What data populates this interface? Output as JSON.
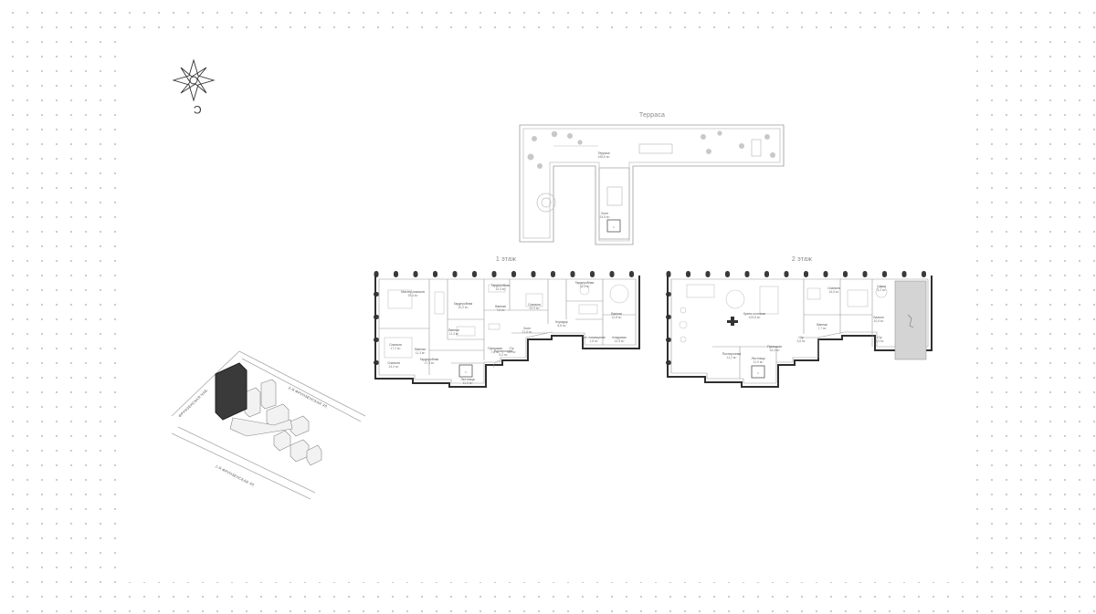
{
  "plans": {
    "terrace": {
      "label": "Терраса",
      "rooms": [
        {
          "id": "terrace-main",
          "name": "Терраса",
          "area": "165,6 м²"
        },
        {
          "id": "terrace-hall",
          "name": "Холл",
          "area": "24,8 м²"
        }
      ]
    },
    "floor1": {
      "label": "1 этаж",
      "rooms": [
        {
          "id": "f1-master",
          "name": "Мастер-спальня",
          "area": "25,4 м²"
        },
        {
          "id": "f1-dressing-a",
          "name": "Гардеробная",
          "area": "20,2 м²"
        },
        {
          "id": "f1-dressing-b",
          "name": "Гардеробная",
          "area": "10,4 м²"
        },
        {
          "id": "f1-bath-a",
          "name": "Ванная",
          "area": "7,8 м²"
        },
        {
          "id": "f1-bedroom-a",
          "name": "Спальня",
          "area": "22,0 м²"
        },
        {
          "id": "f1-bath-b",
          "name": "Ванная",
          "area": "11,3 м²"
        },
        {
          "id": "f1-bedroom-b",
          "name": "Спальня",
          "area": "17,2 м²"
        },
        {
          "id": "f1-bath-c",
          "name": "Ванная",
          "area": "11,3 м²"
        },
        {
          "id": "f1-hall",
          "name": "Холл",
          "area": "21,5 м²"
        },
        {
          "id": "f1-dressing-c",
          "name": "Гардеробная",
          "area": "10,1 м²"
        },
        {
          "id": "f1-bath-d",
          "name": "Ванная",
          "area": "12,8 м²"
        },
        {
          "id": "f1-bedroom-c",
          "name": "Спальня",
          "area": "24,0 м²"
        },
        {
          "id": "f1-dressing-d",
          "name": "Гардеробная",
          "area": "17,3 м²"
        },
        {
          "id": "f1-laundry",
          "name": "Постирочная",
          "area": "5,2 м²"
        },
        {
          "id": "f1-corridor",
          "name": "Прихожая",
          "area": "7,8 м²"
        },
        {
          "id": "f1-wc",
          "name": "С/у",
          "area": "3,0 м²"
        },
        {
          "id": "f1-staff",
          "name": "Тех. помещение",
          "area": "1,8 м²"
        },
        {
          "id": "f1-storage",
          "name": "Кладовая",
          "area": "13,5 м²"
        },
        {
          "id": "f1-stair",
          "name": "Лестница",
          "area": "11,9 м²"
        },
        {
          "id": "f1-hallway",
          "name": "Коридор",
          "area": "8,8 м²"
        }
      ]
    },
    "floor2": {
      "label": "2 этаж",
      "rooms": [
        {
          "id": "f2-kitchen",
          "name": "Кухня-гостиная",
          "area": "109,8 м²"
        },
        {
          "id": "f2-bedroom",
          "name": "Спальня",
          "area": "16,5 м²"
        },
        {
          "id": "f2-bath",
          "name": "Ванная",
          "area": "7,7 м²"
        },
        {
          "id": "f2-balcony",
          "name": "Балкон",
          "area": "10,5 м²"
        },
        {
          "id": "f2-pantry",
          "name": "Постирочная",
          "area": "11,2 м²"
        },
        {
          "id": "f2-corridor",
          "name": "Прихожая",
          "area": "16,4 м²"
        },
        {
          "id": "f2-wc",
          "name": "С/у",
          "area": "3,6 м²"
        },
        {
          "id": "f2-stair",
          "name": "Лестница",
          "area": "11,9 м²"
        },
        {
          "id": "f2-storage",
          "name": "С/у",
          "area": "4,4 м²"
        },
        {
          "id": "f2-spa",
          "name": "Сауна",
          "area": "5,2 м²"
        }
      ]
    }
  },
  "site": {
    "streets": [
      {
        "id": "street-embankment",
        "name": "ФРУНЗЕНСКАЯ НАБ."
      },
      {
        "id": "street-2nd",
        "name": "2-Я ФРУНЗЕНСКАЯ УЛ."
      },
      {
        "id": "street-1st",
        "name": "1-Я ФРУНЗЕНСКАЯ УЛ."
      }
    ]
  },
  "compass": {
    "icon": "compass-icon",
    "north_mark": "С"
  },
  "colors": {
    "wall": "#2f2f2f",
    "line": "#9a9a9a",
    "highlight": "#3a3a3a",
    "furniture": "#bdbdbd"
  }
}
